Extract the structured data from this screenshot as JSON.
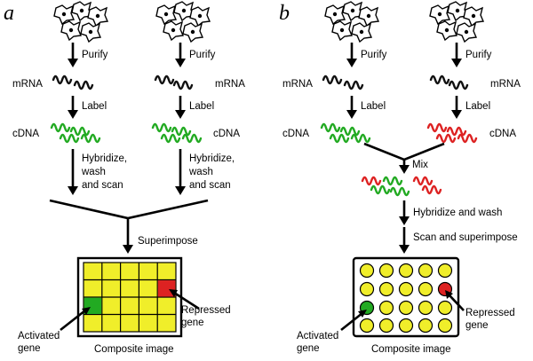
{
  "panel_a": {
    "letter": "a",
    "purify_left": "Purify",
    "purify_right": "Purify",
    "mrna_left": "mRNA",
    "mrna_right": "mRNA",
    "label_left": "Label",
    "label_right": "Label",
    "cdna_left": "cDNA",
    "cdna_right": "cDNA",
    "hybridize_left": [
      "Hybridize,",
      "wash",
      "and scan"
    ],
    "hybridize_right": [
      "Hybridize,",
      "wash",
      "and scan"
    ],
    "superimpose": "Superimpose",
    "activated": [
      "Activated",
      "gene"
    ],
    "repressed": [
      "Repressed",
      "gene"
    ],
    "composite": "Composite image"
  },
  "panel_b": {
    "letter": "b",
    "purify_left": "Purify",
    "purify_right": "Purify",
    "mrna_left": "mRNA",
    "mrna_right": "mRNA",
    "label_left": "Label",
    "label_right": "Label",
    "cdna_left": "cDNA",
    "cdna_right": "cDNA",
    "mix": "Mix",
    "hybridize_wash": "Hybridize and wash",
    "scan_superimpose": "Scan and superimpose",
    "activated": [
      "Activated",
      "gene"
    ],
    "repressed": [
      "Repressed",
      "gene"
    ],
    "composite": "Composite image"
  },
  "colors": {
    "green_probe": "#22aa22",
    "red_probe": "#dd2222",
    "yellow_spot": "#f0ee2a",
    "activated_spot": "#22aa22",
    "repressed_spot": "#dd2222"
  }
}
